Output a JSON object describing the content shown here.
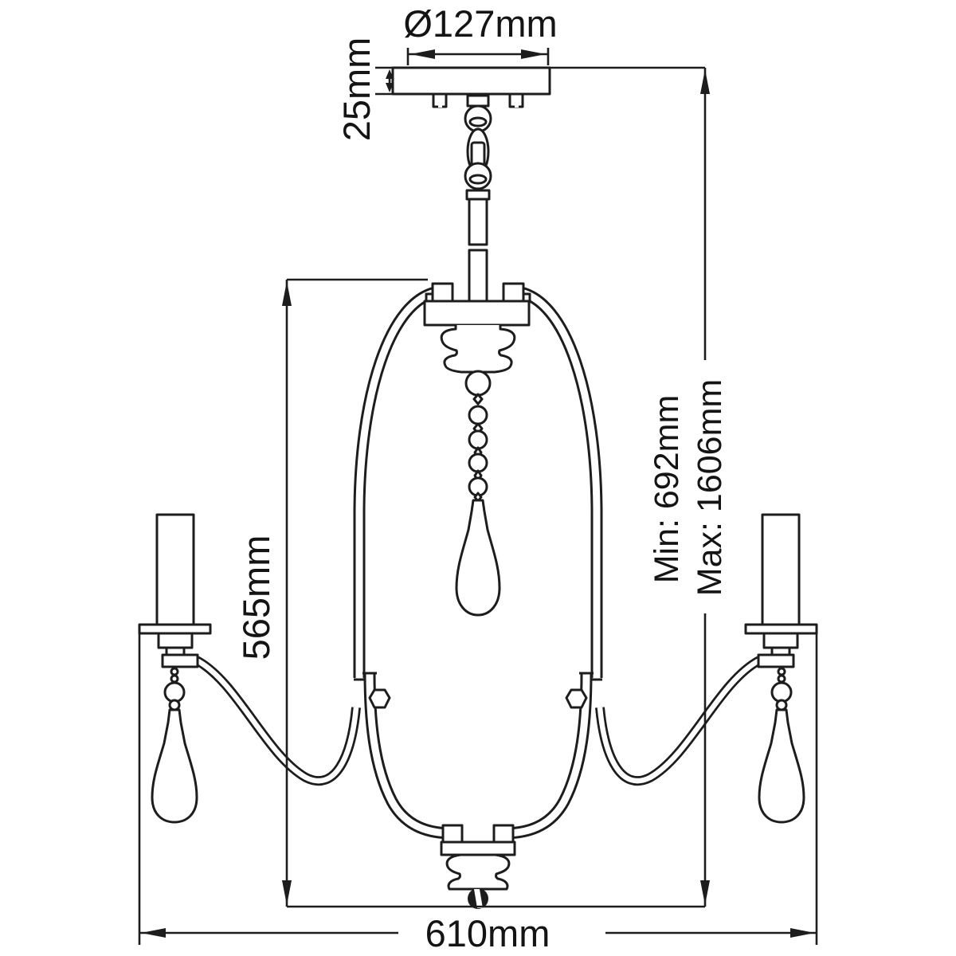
{
  "colors": {
    "background": "#ffffff",
    "line": "#1d1d1d",
    "text": "#141414"
  },
  "dimensions": {
    "canopy_diameter": "Ø127mm",
    "canopy_height": "25mm",
    "body_height": "565mm",
    "hanging_min": "Min: 692mm",
    "hanging_max": "Max: 1606mm",
    "overall_width": "610mm"
  }
}
